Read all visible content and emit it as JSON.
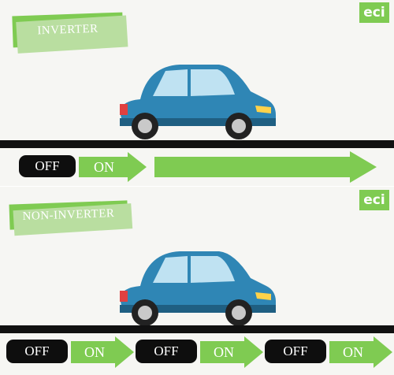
{
  "colors": {
    "accent": "#7fcb52",
    "pill": "#0e0e0e",
    "car_body": "#2f86b5",
    "panel_bg": "#f6f6f3"
  },
  "inverter": {
    "title": "INVERTER",
    "logo": "eci",
    "sequence": [
      {
        "off": "OFF"
      },
      {
        "on": "ON"
      }
    ]
  },
  "non_inverter": {
    "title": "NON-INVERTER",
    "logo": "eci",
    "cycles": [
      {
        "off": "OFF",
        "on": "ON"
      },
      {
        "off": "OFF",
        "on": "ON"
      },
      {
        "off": "OFF",
        "on": "ON"
      }
    ]
  },
  "icons": [
    "car-icon",
    "arrow-icon",
    "logo-icon"
  ]
}
